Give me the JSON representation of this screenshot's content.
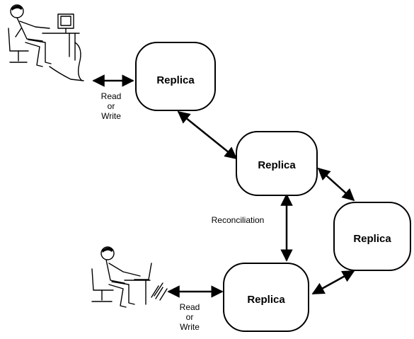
{
  "replicas": {
    "top": "Replica",
    "middle": "Replica",
    "right": "Replica",
    "bottom": "Replica"
  },
  "labels": {
    "top_read": "Read",
    "top_or": "or",
    "top_write": "Write",
    "reconciliation": "Reconciliation",
    "bottom_read": "Read",
    "bottom_or": "or",
    "bottom_write": "Write"
  },
  "icons": {
    "desktop_user": "desktop-user-icon",
    "laptop_user": "laptop-user-icon",
    "wireless": "wireless-signal-icon"
  }
}
